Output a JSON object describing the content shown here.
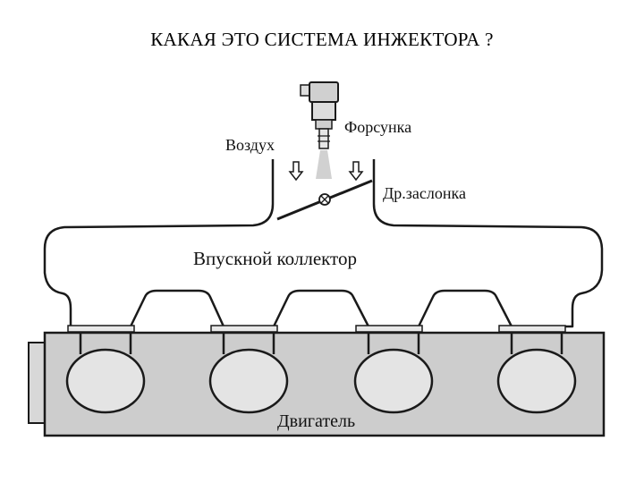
{
  "title": "КАКАЯ ЭТО СИСТЕМА ИНЖЕКТОРА ?",
  "labels": {
    "injector": "Форсунка",
    "air": "Воздух",
    "throttle": "Др.заслонка",
    "manifold": "Впускной коллектор",
    "engine": "Двигатель"
  },
  "colors": {
    "engine_fill": "#cdcdcd",
    "cylinder_fill": "#e4e4e4",
    "outline": "#1a1a1a"
  },
  "icons": {
    "air_arrow": "down-arrow-icon",
    "throttle_pivot": "pivot-icon"
  }
}
